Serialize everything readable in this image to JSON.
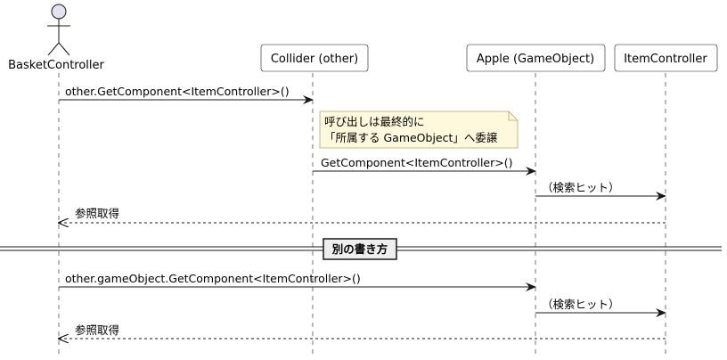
{
  "participants": [
    {
      "id": "basket",
      "label": "BasketController",
      "kind": "actor"
    },
    {
      "id": "collider",
      "label": "Collider (other)",
      "kind": "participant"
    },
    {
      "id": "apple",
      "label": "Apple (GameObject)",
      "kind": "participant"
    },
    {
      "id": "item",
      "label": "ItemController",
      "kind": "participant"
    }
  ],
  "messages": [
    {
      "text": "other.GetComponent<ItemController>()",
      "from": "basket",
      "to": "collider",
      "style": "solid"
    },
    {
      "text": "GetComponent<ItemController>()",
      "from": "collider",
      "to": "apple",
      "style": "solid"
    },
    {
      "text": "（検索ヒット）",
      "from": "apple",
      "to": "item",
      "style": "solid"
    },
    {
      "text": "参照取得",
      "from": "item",
      "to": "basket",
      "style": "dashed"
    },
    {
      "text": "other.gameObject.GetComponent<ItemController>()",
      "from": "basket",
      "to": "apple",
      "style": "solid"
    },
    {
      "text": "（検索ヒット）",
      "from": "apple",
      "to": "item",
      "style": "solid"
    },
    {
      "text": "参照取得",
      "from": "item",
      "to": "basket",
      "style": "dashed"
    }
  ],
  "note": {
    "lines": [
      "呼び出しは最終的に",
      "「所属する GameObject」へ委譲"
    ],
    "over": "collider"
  },
  "divider": {
    "label": "別の書き方"
  },
  "colors": {
    "actor_fill": "#e2e2f0",
    "participant_fill": "#ffffff",
    "note_fill": "#fef8dc",
    "note_stroke": "#b5a26b",
    "line": "#181818",
    "divider_fill": "#eeeeee"
  }
}
